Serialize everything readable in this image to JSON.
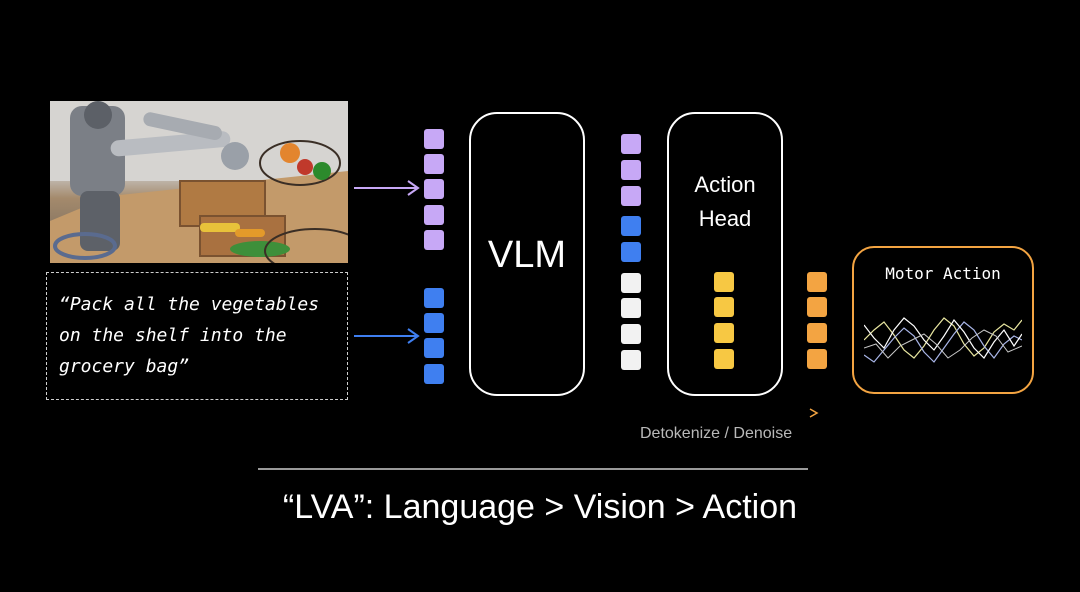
{
  "prompt": {
    "text": "“Pack all the vegetables\non the shelf into the\ngrocery bag”"
  },
  "blocks": {
    "vlm_label": "VLM",
    "action_head_label": "Action\nHead",
    "motor_action_label": "Motor Action"
  },
  "detokenize_label": "Detokenize / Denoise",
  "tagline": "“LVA”: Language > Vision > Action",
  "colors": {
    "vision_token": "#c7a8f6",
    "language_token": "#3f7ff0",
    "query_token": "#f2f2f2",
    "action_token": "#f7c843",
    "output_token": "#f3a442",
    "motor_border": "#f3a442",
    "background": "#000000"
  },
  "icons": {
    "vision_arrow": "arrow-right-icon",
    "language_arrow": "arrow-right-icon",
    "detokenize_arrow": "dashed-arrow-right-icon"
  }
}
